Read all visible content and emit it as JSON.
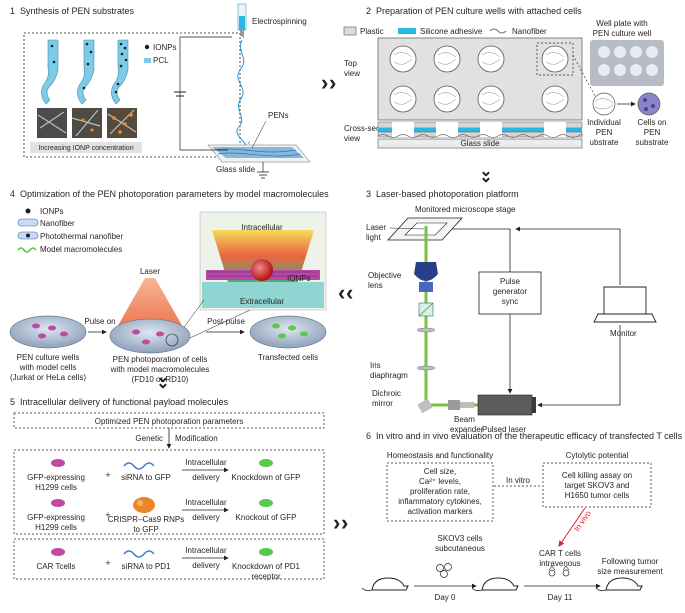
{
  "panel1": {
    "number": "1",
    "title": "Synthesis of PEN substrates",
    "legend_ionps": "IONPs",
    "legend_pcl": "PCL",
    "electrospinning": "Electrospinning",
    "pens": "PENs",
    "glass_slide": "Glass slide",
    "caption": "Increasing IONP concentration"
  },
  "panel2": {
    "number": "2",
    "title": "Preparation of PEN culture wells with attached cells",
    "legend_plastic": "Plastic",
    "legend_silicone": "Silicone adhesive",
    "legend_nanofiber": "Nanofiber",
    "top_view_1": "Top",
    "top_view_2": "view",
    "cross_view_1": "Cross-sectional",
    "cross_view_2": "view",
    "glass_slide": "Glass slide",
    "well_plate_1": "Well plate with",
    "well_plate_2": "PEN culture well",
    "individual_1": "Individual",
    "individual_2": "PEN",
    "individual_3": "ubstrate",
    "cells_on_1": "Cells on",
    "cells_on_2": "PEN",
    "cells_on_3": "substrate"
  },
  "panel3": {
    "number": "3",
    "title": "Laser-based photoporation platform",
    "stage": "Monitored microscope stage",
    "laser_light_1": "Laser",
    "laser_light_2": "light",
    "objective_1": "Objective",
    "objective_2": "lens",
    "pulse_1": "Pulse",
    "pulse_2": "generator",
    "pulse_3": "sync",
    "monitor": "Monitor",
    "iris_1": "Iris",
    "iris_2": "diaphragm",
    "dichroic_1": "Dichroic",
    "dichroic_2": "mirror",
    "beam_1": "Beam",
    "beam_2": "expander",
    "pulsed_laser": "Pulsed laser"
  },
  "panel4": {
    "number": "4",
    "title": "Optimization of the PEN photoporation parameters by model macromolecules",
    "legend_ionps": "IONPs",
    "legend_nanofiber": "Nanofiber",
    "legend_photothermal": "Photothermal nanofiber",
    "legend_model": "Model macromolecules",
    "intracellular": "Intracellular",
    "extracellular": "Extracellular",
    "ionps": "IONPs",
    "laser": "Laser",
    "pulse_on": "Pulse on",
    "post_pulse": "Post-pulse",
    "wells_1": "PEN culture wells",
    "wells_2": "with model cells",
    "wells_3": "(Jurkat or HeLa cells)",
    "photo_1": "PEN photoporation of cells",
    "photo_2": "with model macromolecules",
    "photo_3": "(FD10 or RD10)",
    "transfected": "Transfected cells"
  },
  "panel5": {
    "number": "5",
    "title": "Intracellular delivery of functional payload molecules",
    "optimized": "Optimized PEN photoporation parameters",
    "genetic": "Genetic",
    "modification": "Modification",
    "rows": [
      {
        "cell_1": "GFP-expressing",
        "cell_2": "H1299 cells",
        "payload_1": "siRNA to GFP",
        "payload_2": "",
        "arrow_1": "Intracellular",
        "arrow_2": "delivery",
        "result_1": "Knockdown of GFP",
        "result_2": ""
      },
      {
        "cell_1": "GFP-expressing",
        "cell_2": "H1299 cells",
        "payload_1": "CRISPR–Cas9 RNPs",
        "payload_2": "to GFP",
        "arrow_1": "Intracellular",
        "arrow_2": "delivery",
        "result_1": "Knockout of GFP",
        "result_2": ""
      },
      {
        "cell_1": "CAR Tcells",
        "cell_2": "",
        "payload_1": "siRNA to PD1",
        "payload_2": "",
        "arrow_1": "Intracellular",
        "arrow_2": "delivery",
        "result_1": "Knockdown of PD1",
        "result_2": "receptor"
      }
    ],
    "plus": "+"
  },
  "panel6": {
    "number": "6",
    "title": "In vitro and in vivo evaluation of the therapeutic efficacy of transfected T cells",
    "homeostasis": "Homeostasis and functionality",
    "homeo_1": "Cell size,",
    "homeo_2": "Ca²⁺ levels,",
    "homeo_3": "proliferation rate,",
    "homeo_4": "inflammatory cytokines,",
    "homeo_5": "activation markers",
    "in_vitro": "In vitro",
    "cytolytic": "Cytolytic potential",
    "cyto_1": "Cell killing assay on",
    "cyto_2": "target SKOV3 and",
    "cyto_3": "H1650 tumor cells",
    "in_vivo": "In vivo",
    "skov3_1": "SKOV3 cells",
    "skov3_2": "subcutaneous",
    "car_1": "CAR T cells",
    "car_2": "intravenous",
    "following_1": "Following tumor",
    "following_2": "size measurement",
    "day0": "Day 0",
    "day11": "Day 11"
  },
  "colors": {
    "fiber_blue": "#7ecbe8",
    "ionp_dark": "#1f1f1f",
    "cyan": "#2bb7e6",
    "laser_green": "#7ac143",
    "red": "#e0202a",
    "cell_magenta": "#c04aa0",
    "cell_green": "#5ac84a"
  }
}
